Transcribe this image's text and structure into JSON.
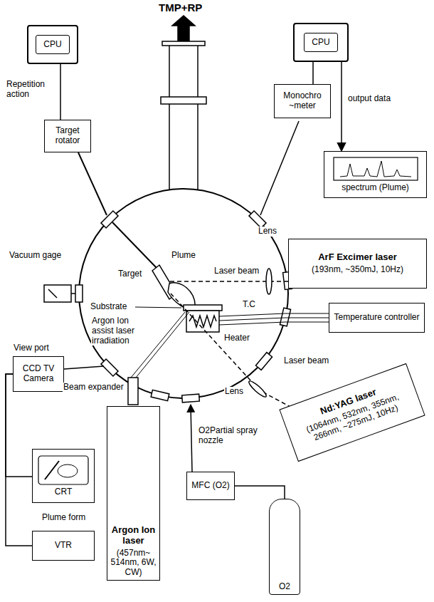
{
  "diagram": {
    "nodes": [
      {
        "text": [
          "CPU"
        ]
      },
      {
        "text": [
          "CPU"
        ]
      },
      {
        "text": [
          "Monochro ~meter"
        ]
      },
      {
        "text": [
          "Target rotator"
        ]
      },
      {
        "text": [
          "spectrum (Plume)"
        ]
      },
      {
        "text": [
          "ArF Excimer laser",
          "(193nm, ~350mJ, 10Hz)"
        ]
      },
      {
        "text": [
          "Temperature controller"
        ]
      },
      {
        "text": [
          "CCD TV Camera"
        ]
      },
      {
        "text": [
          "Nd:YAG laser",
          "(1064nm, 532nm, 355nm, 266nm, ~275mJ, 10Hz)"
        ]
      },
      {
        "text": [
          "Argon Ion laser",
          "(457nm~ 514nm, 6W, CW)"
        ]
      },
      {
        "text": [
          "CRT"
        ]
      },
      {
        "text": [
          "MFC (O2)"
        ]
      },
      {
        "text": [
          "VTR"
        ]
      },
      {
        "text": [
          "O2"
        ]
      }
    ],
    "edges": [
      {
        "from": 0,
        "to": 3,
        "arrow": "none",
        "label": "Repetition action"
      },
      {
        "from": 1,
        "to": 2,
        "arrow": "none"
      },
      {
        "from": 1,
        "to": 4,
        "arrow": "to",
        "label": "output data"
      },
      {
        "from": 7,
        "to": 10,
        "arrow": "none"
      },
      {
        "from": 7,
        "to": 12,
        "arrow": "none"
      },
      {
        "from": 11,
        "to": 13,
        "arrow": "none"
      }
    ],
    "labels": [
      "TMP+RP",
      "Vacuum gage",
      "Target",
      "Plume",
      "Laser beam",
      "Lens",
      "Substrate",
      "Argon Ion assist laser irradiation",
      "Heater",
      "T.C",
      "View port",
      "Lens",
      "Laser beam",
      "Beam expander",
      "O2Partial spray nozzle",
      "Plume form"
    ]
  }
}
